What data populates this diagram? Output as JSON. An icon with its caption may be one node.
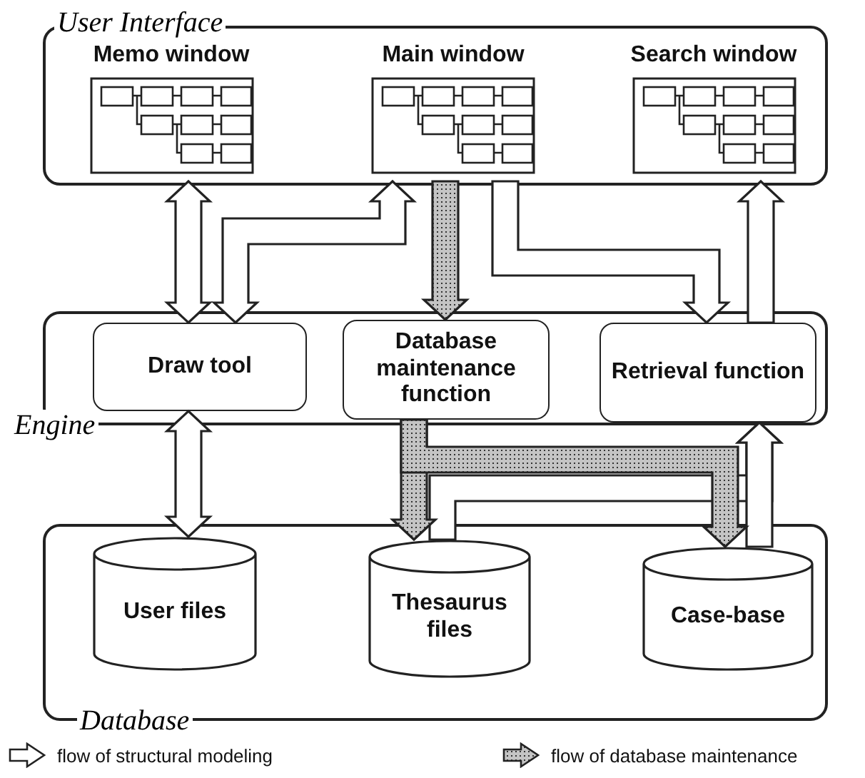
{
  "diagram": {
    "nodes": [
      {
        "text": [
          "User Interface"
        ]
      },
      {
        "text": [
          "Memo window"
        ],
        "in": 0
      },
      {
        "text": [
          "Main window"
        ],
        "in": 0
      },
      {
        "text": [
          "Search window"
        ],
        "in": 0
      },
      {
        "text": [
          "Engine"
        ]
      },
      {
        "text": [
          "Draw tool"
        ],
        "in": 4
      },
      {
        "text": [
          "Database maintenance function"
        ],
        "in": 4
      },
      {
        "text": [
          "Retrieval function"
        ],
        "in": 4
      },
      {
        "text": [
          "Database"
        ]
      },
      {
        "text": [
          "User files"
        ],
        "in": 8
      },
      {
        "text": [
          "Thesaurus files"
        ],
        "in": 8
      },
      {
        "text": [
          "Case-base"
        ],
        "in": 8
      }
    ],
    "edges": [
      {
        "from": 1,
        "to": 5,
        "arrow": "both"
      },
      {
        "from": 2,
        "to": 5,
        "arrow": "both"
      },
      {
        "from": 2,
        "to": 6,
        "arrow": "to",
        "color": "#c4c4c4"
      },
      {
        "from": 2,
        "to": 7,
        "arrow": "to"
      },
      {
        "from": 7,
        "to": 3,
        "arrow": "to"
      },
      {
        "from": 5,
        "to": 9,
        "arrow": "both"
      },
      {
        "from": 6,
        "to": 10,
        "arrow": "to",
        "color": "#c4c4c4"
      },
      {
        "from": 6,
        "to": 11,
        "arrow": "to",
        "color": "#c4c4c4"
      },
      {
        "from": 10,
        "to": 7,
        "arrow": "to"
      },
      {
        "from": 11,
        "to": 7,
        "arrow": "to"
      }
    ],
    "legend": [
      {
        "text": "flow of structural modeling"
      },
      {
        "text": "flow of database maintenance"
      }
    ]
  }
}
